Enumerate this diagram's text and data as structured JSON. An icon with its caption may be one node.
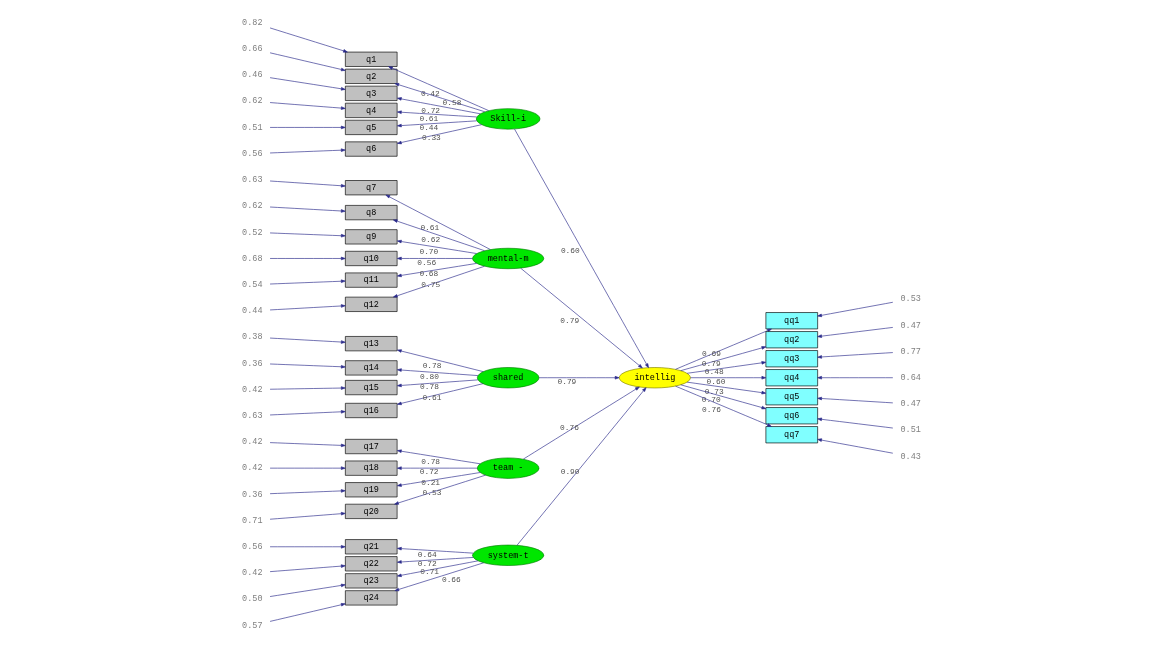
{
  "diagram": {
    "nodes": [
      {
        "text": [
          "q1"
        ]
      },
      {
        "text": [
          "q2"
        ]
      },
      {
        "text": [
          "q3"
        ]
      },
      {
        "text": [
          "q4"
        ]
      },
      {
        "text": [
          "q5"
        ]
      },
      {
        "text": [
          "q6"
        ]
      },
      {
        "text": [
          "q7"
        ]
      },
      {
        "text": [
          "q8"
        ]
      },
      {
        "text": [
          "q9"
        ]
      },
      {
        "text": [
          "q10"
        ]
      },
      {
        "text": [
          "q11"
        ]
      },
      {
        "text": [
          "q12"
        ]
      },
      {
        "text": [
          "q13"
        ]
      },
      {
        "text": [
          "q14"
        ]
      },
      {
        "text": [
          "q15"
        ]
      },
      {
        "text": [
          "q16"
        ]
      },
      {
        "text": [
          "q17"
        ]
      },
      {
        "text": [
          "q18"
        ]
      },
      {
        "text": [
          "q19"
        ]
      },
      {
        "text": [
          "q20"
        ]
      },
      {
        "text": [
          "q21"
        ]
      },
      {
        "text": [
          "q22"
        ]
      },
      {
        "text": [
          "q23"
        ]
      },
      {
        "text": [
          "q24"
        ]
      },
      {
        "text": [
          "0.82"
        ]
      },
      {
        "text": [
          "0.66"
        ]
      },
      {
        "text": [
          "0.46"
        ]
      },
      {
        "text": [
          "0.62"
        ]
      },
      {
        "text": [
          "0.51"
        ]
      },
      {
        "text": [
          "0.56"
        ]
      },
      {
        "text": [
          "0.63"
        ]
      },
      {
        "text": [
          "0.62"
        ]
      },
      {
        "text": [
          "0.52"
        ]
      },
      {
        "text": [
          "0.68"
        ]
      },
      {
        "text": [
          "0.54"
        ]
      },
      {
        "text": [
          "0.44"
        ]
      },
      {
        "text": [
          "0.38"
        ]
      },
      {
        "text": [
          "0.36"
        ]
      },
      {
        "text": [
          "0.42"
        ]
      },
      {
        "text": [
          "0.63"
        ]
      },
      {
        "text": [
          "0.42"
        ]
      },
      {
        "text": [
          "0.42"
        ]
      },
      {
        "text": [
          "0.36"
        ]
      },
      {
        "text": [
          "0.71"
        ]
      },
      {
        "text": [
          "0.56"
        ]
      },
      {
        "text": [
          "0.42"
        ]
      },
      {
        "text": [
          "0.50"
        ]
      },
      {
        "text": [
          "0.57"
        ]
      },
      {
        "text": [
          "Skill-i"
        ]
      },
      {
        "text": [
          "mental-m"
        ]
      },
      {
        "text": [
          "shared"
        ]
      },
      {
        "text": [
          "team -"
        ]
      },
      {
        "text": [
          "system-t"
        ]
      },
      {
        "text": [
          "intellig"
        ]
      },
      {
        "text": [
          "qq1"
        ]
      },
      {
        "text": [
          "qq2"
        ]
      },
      {
        "text": [
          "qq3"
        ]
      },
      {
        "text": [
          "qq4"
        ]
      },
      {
        "text": [
          "qq5"
        ]
      },
      {
        "text": [
          "qq6"
        ]
      },
      {
        "text": [
          "qq7"
        ]
      },
      {
        "text": [
          "0.53"
        ]
      },
      {
        "text": [
          "0.47"
        ]
      },
      {
        "text": [
          "0.77"
        ]
      },
      {
        "text": [
          "0.64"
        ]
      },
      {
        "text": [
          "0.47"
        ]
      },
      {
        "text": [
          "0.51"
        ]
      },
      {
        "text": [
          "0.43"
        ]
      }
    ],
    "edges": [
      {
        "from": 24,
        "to": 0,
        "arrow": "to"
      },
      {
        "from": 25,
        "to": 1,
        "arrow": "to"
      },
      {
        "from": 26,
        "to": 2,
        "arrow": "to"
      },
      {
        "from": 27,
        "to": 3,
        "arrow": "to"
      },
      {
        "from": 28,
        "to": 4,
        "arrow": "to"
      },
      {
        "from": 29,
        "to": 5,
        "arrow": "to"
      },
      {
        "from": 30,
        "to": 6,
        "arrow": "to"
      },
      {
        "from": 31,
        "to": 7,
        "arrow": "to"
      },
      {
        "from": 32,
        "to": 8,
        "arrow": "to"
      },
      {
        "from": 33,
        "to": 9,
        "arrow": "to"
      },
      {
        "from": 34,
        "to": 10,
        "arrow": "to"
      },
      {
        "from": 35,
        "to": 11,
        "arrow": "to"
      },
      {
        "from": 36,
        "to": 12,
        "arrow": "to"
      },
      {
        "from": 37,
        "to": 13,
        "arrow": "to"
      },
      {
        "from": 38,
        "to": 14,
        "arrow": "to"
      },
      {
        "from": 39,
        "to": 15,
        "arrow": "to"
      },
      {
        "from": 40,
        "to": 16,
        "arrow": "to"
      },
      {
        "from": 41,
        "to": 17,
        "arrow": "to"
      },
      {
        "from": 42,
        "to": 18,
        "arrow": "to"
      },
      {
        "from": 43,
        "to": 19,
        "arrow": "to"
      },
      {
        "from": 44,
        "to": 20,
        "arrow": "to"
      },
      {
        "from": 45,
        "to": 21,
        "arrow": "to"
      },
      {
        "from": 46,
        "to": 22,
        "arrow": "to"
      },
      {
        "from": 47,
        "to": 23,
        "arrow": "to"
      },
      {
        "from": 48,
        "to": 0,
        "arrow": "to",
        "label": "0.42"
      },
      {
        "from": 48,
        "to": 1,
        "arrow": "to",
        "label": "0.58"
      },
      {
        "from": 48,
        "to": 2,
        "arrow": "to",
        "label": "0.72"
      },
      {
        "from": 48,
        "to": 3,
        "arrow": "to",
        "label": "0.61"
      },
      {
        "from": 48,
        "to": 4,
        "arrow": "to",
        "label": "0.44"
      },
      {
        "from": 48,
        "to": 5,
        "arrow": "to",
        "label": "0.33"
      },
      {
        "from": 49,
        "to": 6,
        "arrow": "to",
        "label": "0.61"
      },
      {
        "from": 49,
        "to": 7,
        "arrow": "to",
        "label": "0.62"
      },
      {
        "from": 49,
        "to": 8,
        "arrow": "to",
        "label": "0.70"
      },
      {
        "from": 49,
        "to": 9,
        "arrow": "to",
        "label": "0.56"
      },
      {
        "from": 49,
        "to": 10,
        "arrow": "to",
        "label": "0.68"
      },
      {
        "from": 49,
        "to": 11,
        "arrow": "to",
        "label": "0.75"
      },
      {
        "from": 50,
        "to": 12,
        "arrow": "to",
        "label": "0.78"
      },
      {
        "from": 50,
        "to": 13,
        "arrow": "to",
        "label": "0.80"
      },
      {
        "from": 50,
        "to": 14,
        "arrow": "to",
        "label": "0.78"
      },
      {
        "from": 50,
        "to": 15,
        "arrow": "to",
        "label": "0.61"
      },
      {
        "from": 51,
        "to": 16,
        "arrow": "to",
        "label": "0.78"
      },
      {
        "from": 51,
        "to": 17,
        "arrow": "to",
        "label": "0.72"
      },
      {
        "from": 51,
        "to": 18,
        "arrow": "to",
        "label": "0.21"
      },
      {
        "from": 51,
        "to": 19,
        "arrow": "to",
        "label": "0.53"
      },
      {
        "from": 52,
        "to": 20,
        "arrow": "to",
        "label": "0.64"
      },
      {
        "from": 52,
        "to": 21,
        "arrow": "to",
        "label": "0.72"
      },
      {
        "from": 52,
        "to": 22,
        "arrow": "to",
        "label": "0.71"
      },
      {
        "from": 52,
        "to": 23,
        "arrow": "to",
        "label": "0.66"
      },
      {
        "from": 48,
        "to": 53,
        "arrow": "to",
        "label": "0.60"
      },
      {
        "from": 49,
        "to": 53,
        "arrow": "to",
        "label": "0.79"
      },
      {
        "from": 50,
        "to": 53,
        "arrow": "to",
        "label": "0.79"
      },
      {
        "from": 51,
        "to": 53,
        "arrow": "to",
        "label": "0.76"
      },
      {
        "from": 52,
        "to": 53,
        "arrow": "to",
        "label": "0.90"
      },
      {
        "from": 53,
        "to": 54,
        "arrow": "to",
        "label": "0.69"
      },
      {
        "from": 53,
        "to": 55,
        "arrow": "to",
        "label": "0.79"
      },
      {
        "from": 53,
        "to": 56,
        "arrow": "to",
        "label": "0.48"
      },
      {
        "from": 53,
        "to": 57,
        "arrow": "to",
        "label": "0.60"
      },
      {
        "from": 53,
        "to": 58,
        "arrow": "to",
        "label": "0.73"
      },
      {
        "from": 53,
        "to": 59,
        "arrow": "to",
        "label": "0.70"
      },
      {
        "from": 53,
        "to": 60,
        "arrow": "to",
        "label": "0.76"
      },
      {
        "from": 61,
        "to": 54,
        "arrow": "to"
      },
      {
        "from": 62,
        "to": 55,
        "arrow": "to"
      },
      {
        "from": 63,
        "to": 56,
        "arrow": "to"
      },
      {
        "from": 64,
        "to": 57,
        "arrow": "to"
      },
      {
        "from": 65,
        "to": 58,
        "arrow": "to"
      },
      {
        "from": 66,
        "to": 59,
        "arrow": "to"
      },
      {
        "from": 67,
        "to": 60,
        "arrow": "to"
      }
    ]
  }
}
